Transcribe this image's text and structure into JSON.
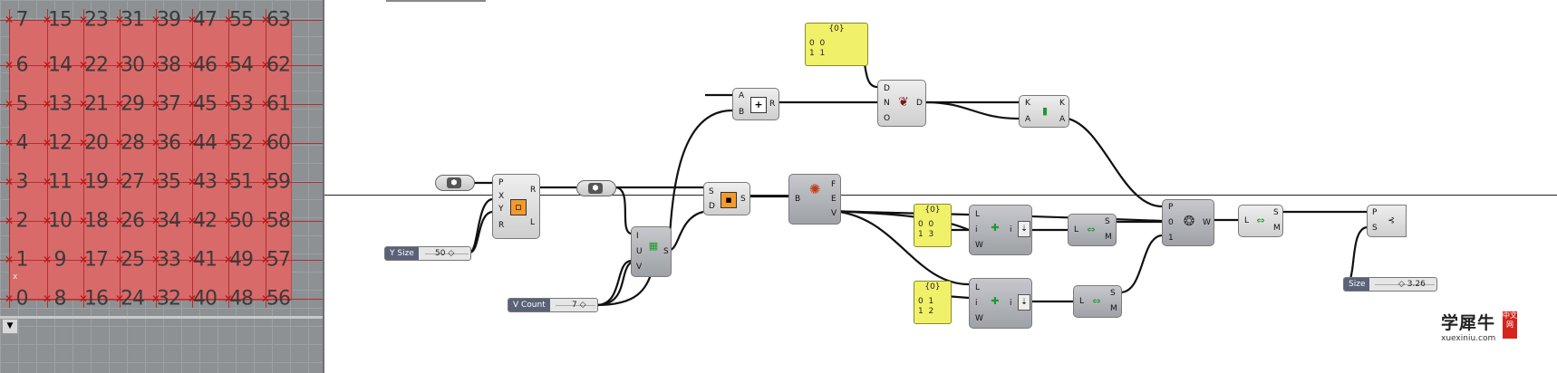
{
  "viewport": {
    "numbers": [
      "0",
      "1",
      "2",
      "3",
      "4",
      "5",
      "6",
      "7",
      "8",
      "9",
      "10",
      "11",
      "12",
      "13",
      "14",
      "15",
      "16",
      "17",
      "18",
      "19",
      "20",
      "21",
      "22",
      "23",
      "24",
      "25",
      "26",
      "27",
      "28",
      "29",
      "30",
      "31",
      "32",
      "33",
      "34",
      "35",
      "36",
      "37",
      "38",
      "39",
      "40",
      "41",
      "42",
      "43",
      "44",
      "45",
      "46",
      "47",
      "48",
      "49",
      "50",
      "51",
      "52",
      "53",
      "54",
      "55",
      "56",
      "57",
      "58",
      "59",
      "60",
      "61",
      "62",
      "63"
    ],
    "axis_label": "x",
    "dropdown_glyph": "▼",
    "region_color": "#d96a6a"
  },
  "canvas": {
    "panels": {
      "top_header": "{0}",
      "top_rows": [
        "0  0",
        "1  1"
      ],
      "one_value": "1",
      "mid_header": "{0}",
      "mid_rows": [
        "0  0",
        "1  3"
      ],
      "low_header": "{0}",
      "low_rows": [
        "0  1",
        "1  2"
      ]
    },
    "sliders": {
      "ysize_label": "Y Size",
      "ysize_value": "50 ◇",
      "vcount_label": "V Count",
      "vcount_value": "7 ◇",
      "size_label": "Size",
      "size_value": "◇ 3.26"
    },
    "ports": {
      "rect_in": [
        "P",
        "X",
        "Y",
        "R"
      ],
      "rect_out": [
        "R",
        "L"
      ],
      "div_in": [
        "I",
        "U",
        "V"
      ],
      "div_out": [
        "S"
      ],
      "sub_in": [
        "S",
        "D"
      ],
      "sub_out": [
        "S"
      ],
      "add_in": [
        "A",
        "B"
      ],
      "add_out": [
        "R"
      ],
      "dup_in": [
        "D",
        "N",
        "O"
      ],
      "dup_out": [
        "D"
      ],
      "sort_in": [
        "K",
        "A"
      ],
      "sort_out": [
        "K",
        "A"
      ],
      "dec_in": [
        "B"
      ],
      "dec_out": [
        "F",
        "E",
        "V"
      ],
      "list1_in": [
        "L",
        "i",
        "W"
      ],
      "list1_out": [
        "i"
      ],
      "list2_in": [
        "L",
        "i",
        "W"
      ],
      "list2_out": [
        "i"
      ],
      "shift1_in": [
        "L"
      ],
      "shift1_out": [
        "S",
        "M"
      ],
      "shift2_in": [
        "L"
      ],
      "shift2_out": [
        "S",
        "M"
      ],
      "weave_in": [
        "P",
        "0",
        "1"
      ],
      "weave_out": [
        "W"
      ],
      "shift3_in": [
        "L"
      ],
      "shift3_out": [
        "S",
        "M"
      ],
      "poly_in": [
        "P",
        "S"
      ]
    }
  },
  "watermark": {
    "brand": "学犀牛",
    "url": "xuexiniu.com",
    "seal": "中文网"
  },
  "colors": {
    "panel": "#f1f169",
    "slider_label": "#5a6278",
    "wire": "#111111"
  }
}
